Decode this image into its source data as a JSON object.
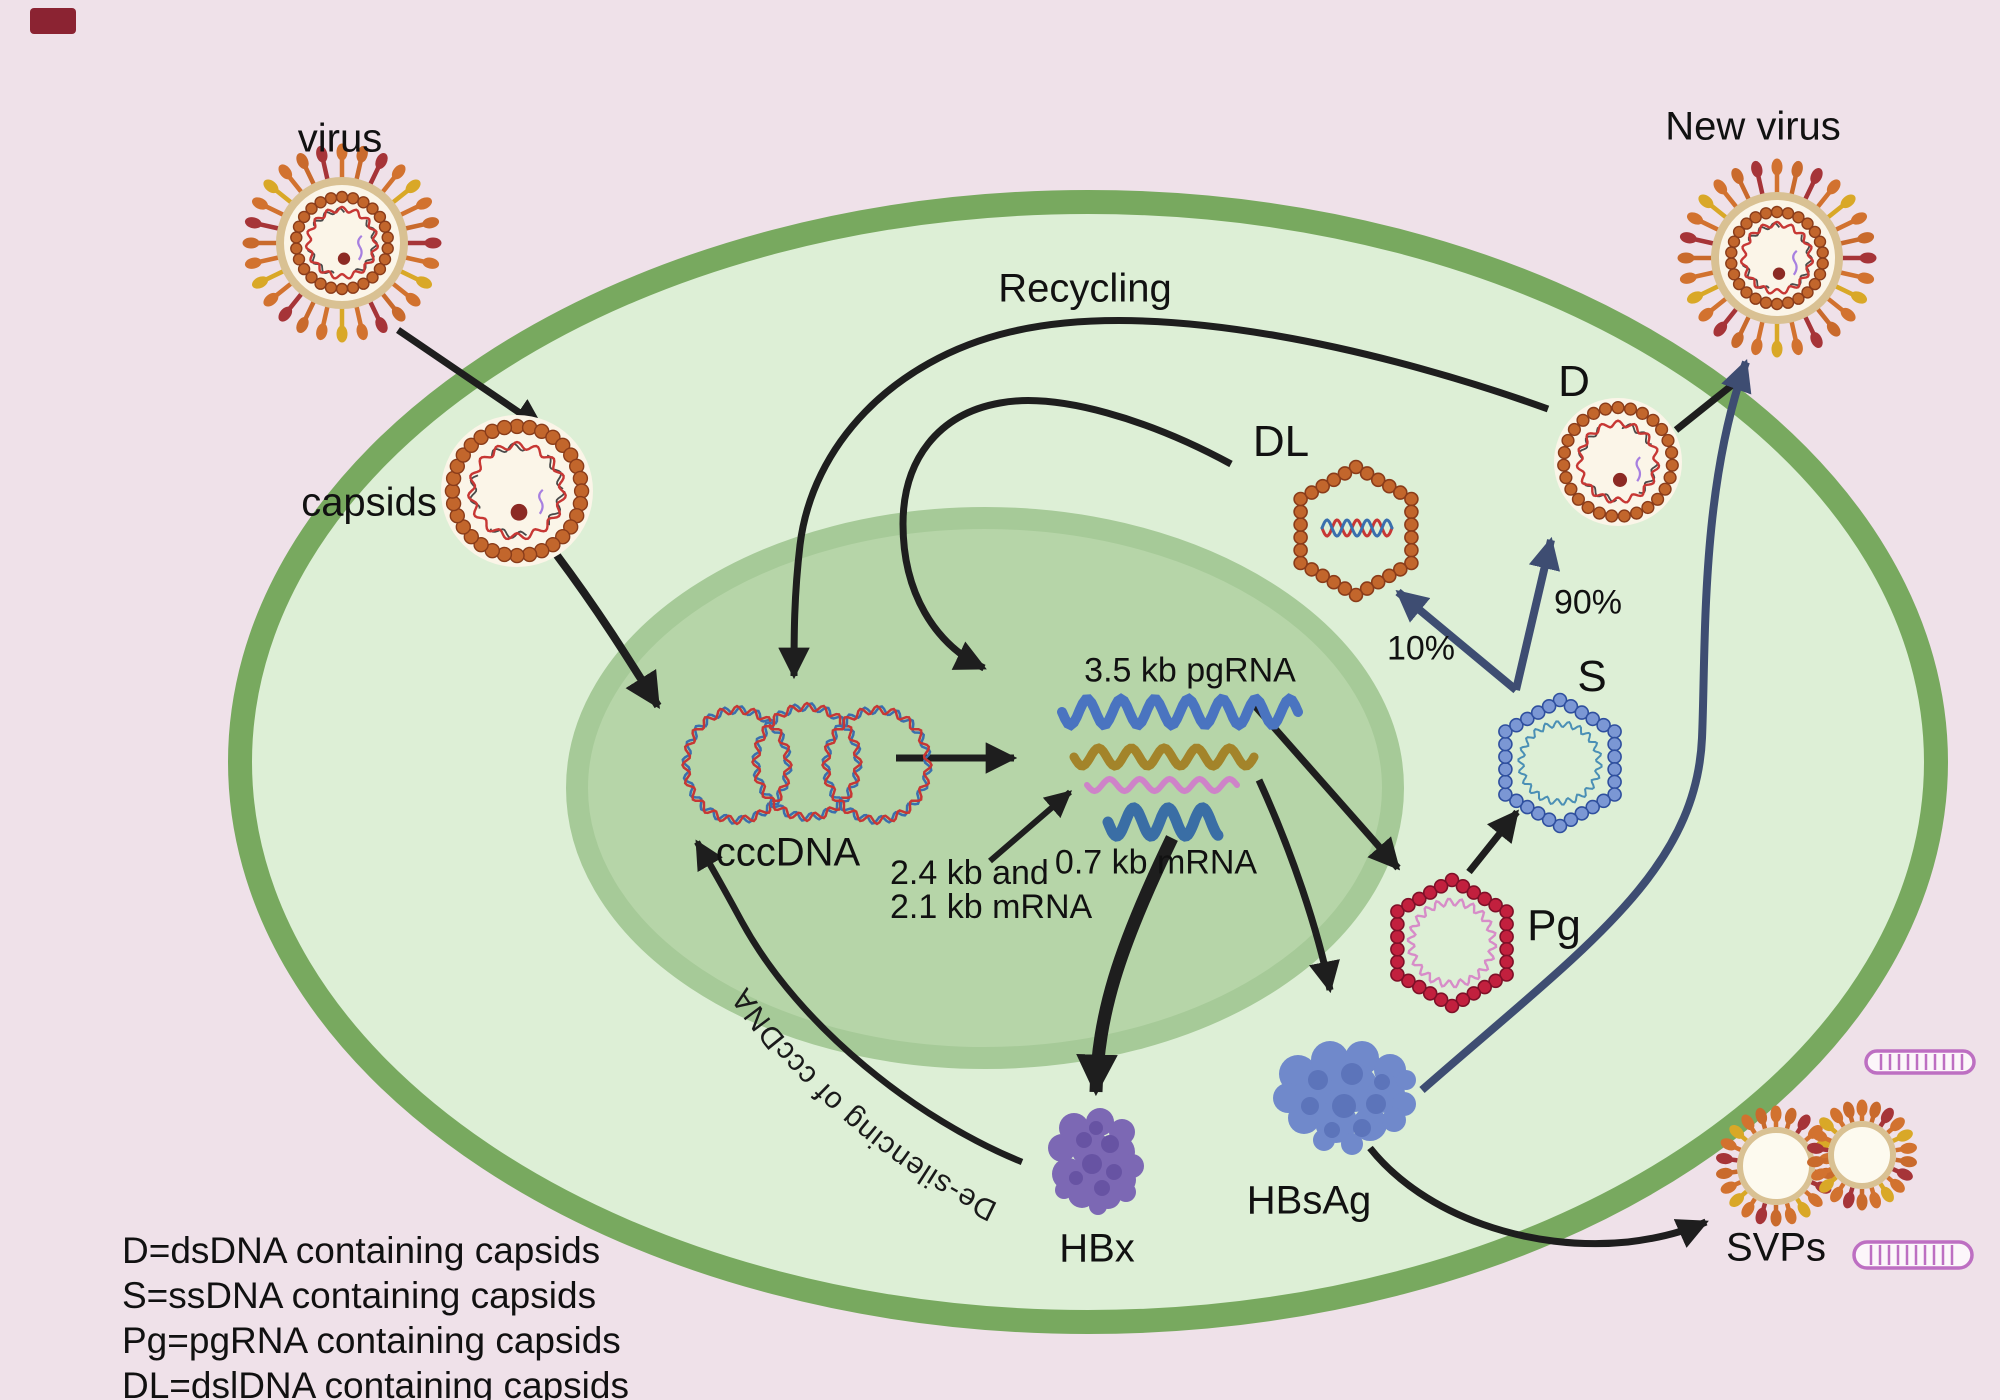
{
  "labels": {
    "virus": "virus",
    "capsids": "capsids",
    "recycling": "Recycling",
    "dl": "DL",
    "d": "D",
    "new_virus": "New virus",
    "pct90": "90%",
    "pct10": "10%",
    "s": "S",
    "pgrna": "3.5 kb pgRNA",
    "cccdna": "cccDNA",
    "mrna_line1": "2.4 kb and",
    "mrna_line2": "2.1 kb mRNA",
    "mrna07": "0.7 kb mRNA",
    "pg": "Pg",
    "hbx": "HBx",
    "hbsag": "HBsAg",
    "svps": "SVPs",
    "desilencing": "De-silencing of cccDNA"
  },
  "legend": {
    "items": [
      "D=dsDNA containing capsids",
      "S=ssDNA containing capsids",
      "Pg=pgRNA containing capsids",
      "DL=dslDNA containing capsids"
    ]
  },
  "colors": {
    "background": "#efe1e9",
    "cell_membrane": "#78a95f",
    "cytoplasm": "#ddefd6",
    "nucleus_rim": "#a6ca98",
    "nucleus": "#b6d5a8",
    "black": "#1e1e1e",
    "navy": "#3e4d72",
    "spike_orange": "#d2722f",
    "spike_orange2": "#c96a2c",
    "spike_red": "#a63438",
    "spike_yellow": "#d9a827",
    "envelope": "#d9c193",
    "capsid_cream": "#fbf5e8",
    "capsid_dot": "#c2662c",
    "capsid_dot_edge": "#8a3c1a",
    "dna_red": "#c73734",
    "dna_gray": "#4a4a4a",
    "dna_blue": "#3a6fae",
    "polymerase": "#8c2a24",
    "primer_purple": "#a77fe0",
    "s_dot": "#7b97d4",
    "s_dot_edge": "#2f4f9e",
    "s_inner": "#4a8fb5",
    "pg_dot": "#c2203e",
    "pg_dot_edge": "#7e1028",
    "pg_inner": "#d78cc8",
    "rna_blue": "#4a74c0",
    "rna_gold": "#a3842a",
    "rna_pink": "#ce83c8",
    "rna_blue_small": "#3a6ea5",
    "hbx": "#7c68b4",
    "hbx_dark": "#6753a3",
    "hbsag": "#7089cb",
    "hbsag_dark": "#5c74ba",
    "filament": "#bd6fc2",
    "filament_fill": "#fcf6fa",
    "svp_fill": "#fdfaef",
    "corner_marker": "#8b2332"
  }
}
